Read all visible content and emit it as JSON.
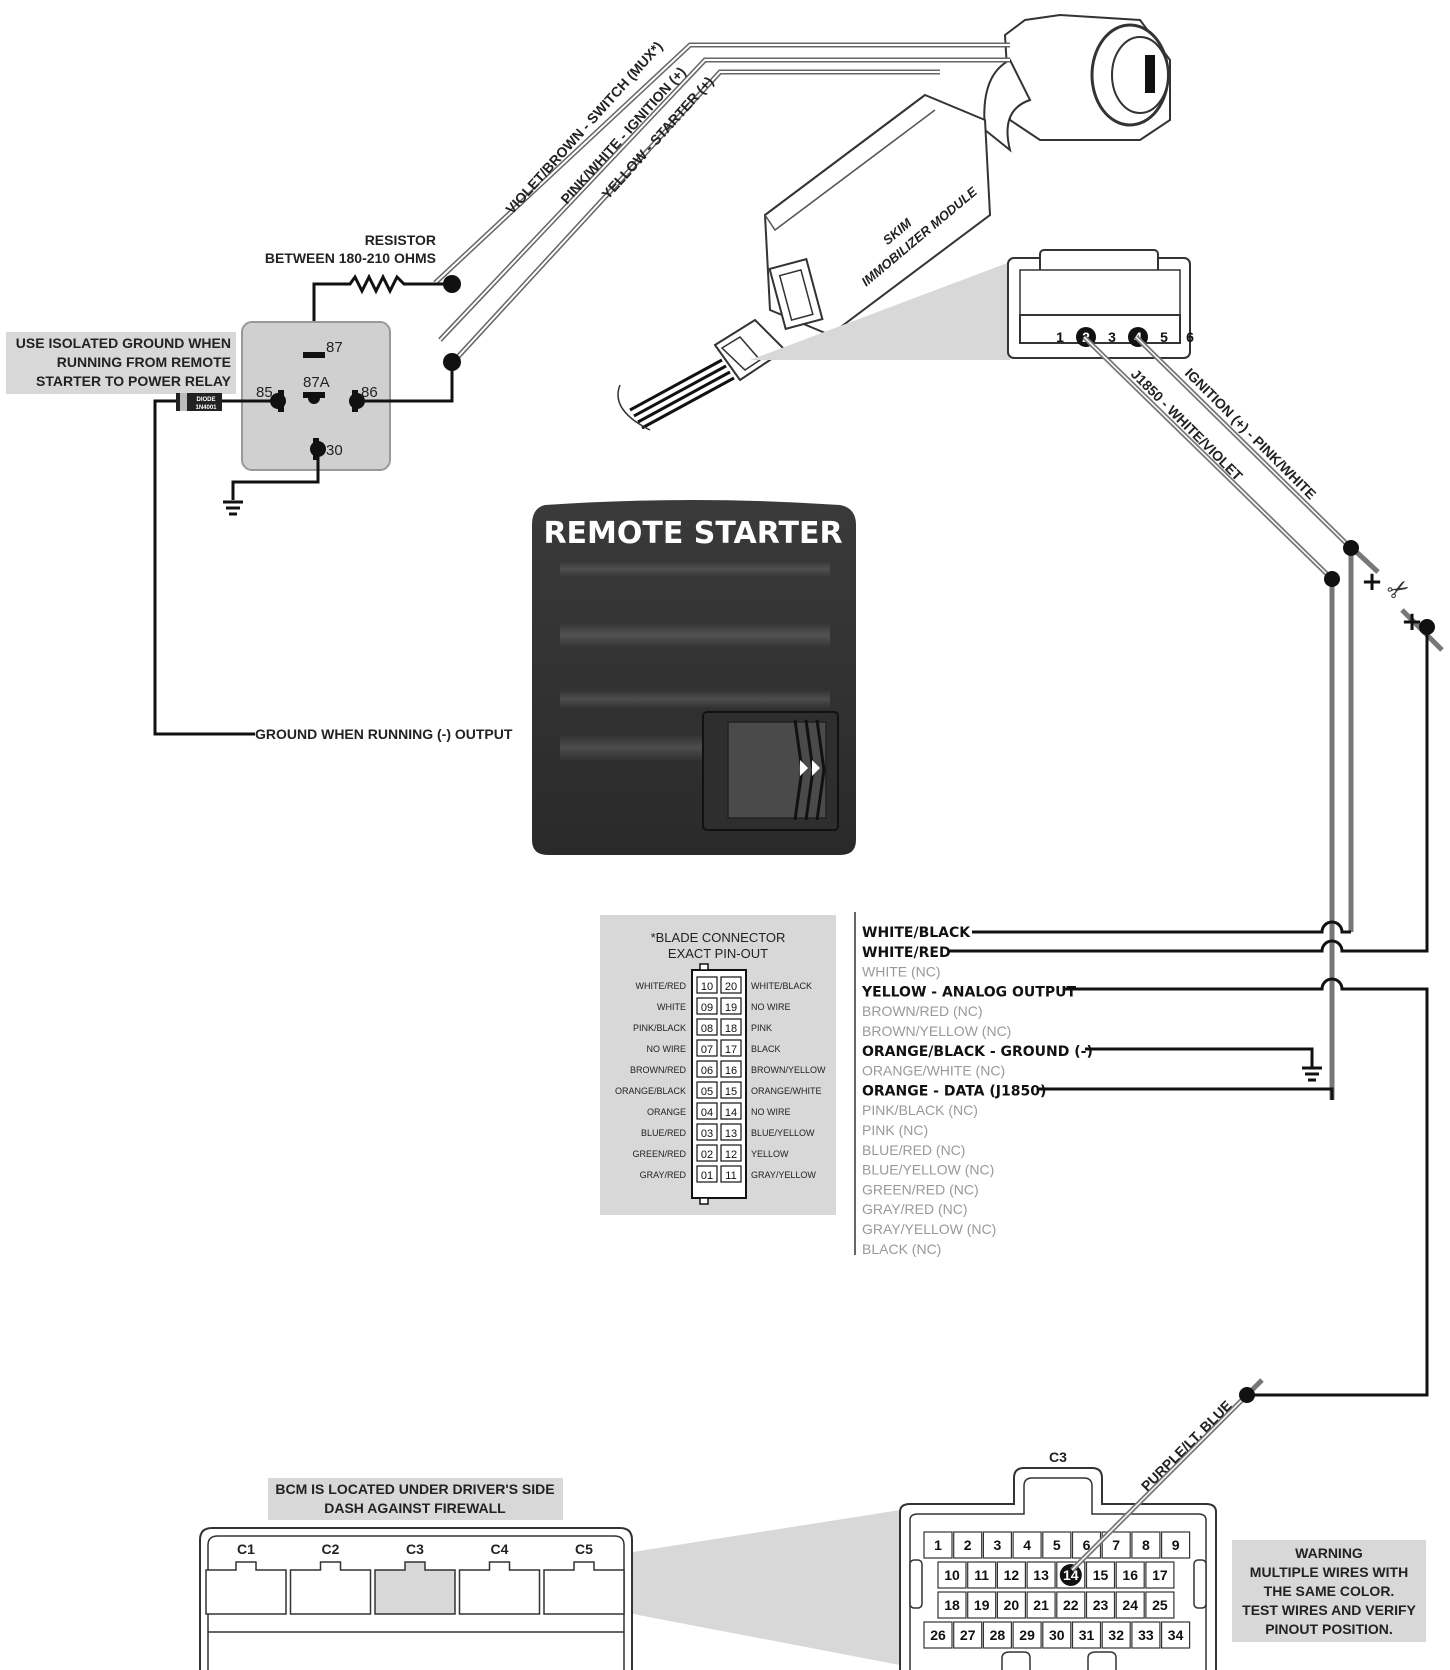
{
  "ignition_wires": {
    "violet_brown": "VIOLET/BROWN - SWITCH (MUX*)",
    "pink_white": "PINK/WHITE - IGNITION (+)",
    "yellow": "YELLOW - STARTER (+)"
  },
  "resistor": {
    "line1": "RESISTOR",
    "line2": "BETWEEN 180-210 OHMS"
  },
  "relay": {
    "pin87": "87",
    "pin87a": "87A",
    "pin85": "85",
    "pin86": "86",
    "pin30": "30",
    "isolated_note": [
      "USE ISOLATED GROUND WHEN",
      "RUNNING FROM REMOTE",
      "STARTER TO POWER RELAY"
    ]
  },
  "diode": {
    "line1": "DIODE",
    "line2": "1N4001"
  },
  "skim": {
    "line1": "SKIM",
    "line2": "IMMOBILIZER MODULE"
  },
  "skim_connector": {
    "pins": [
      "1",
      "2",
      "3",
      "4",
      "5",
      "6"
    ],
    "highlighted": [
      "2",
      "4"
    ],
    "wire_j1850": "J1850 - WHITE/VIOLET",
    "wire_ignition": "IGNITION (+) - PINK/WHITE"
  },
  "remote_starter": {
    "title": "REMOTE STARTER"
  },
  "ground_output": "GROUND WHEN RUNNING (-) OUTPUT",
  "cut_marks": {
    "plus1": "+",
    "plus2": "+",
    "scissors": "✂"
  },
  "blade": {
    "title1": "*BLADE CONNECTOR",
    "title2": "EXACT PIN-OUT",
    "rows": [
      {
        "left": "WHITE/RED",
        "a": "10",
        "b": "20",
        "right": "WHITE/BLACK"
      },
      {
        "left": "WHITE",
        "a": "09",
        "b": "19",
        "right": "NO WIRE"
      },
      {
        "left": "PINK/BLACK",
        "a": "08",
        "b": "18",
        "right": "PINK"
      },
      {
        "left": "NO WIRE",
        "a": "07",
        "b": "17",
        "right": "BLACK"
      },
      {
        "left": "BROWN/RED",
        "a": "06",
        "b": "16",
        "right": "BROWN/YELLOW"
      },
      {
        "left": "ORANGE/BLACK",
        "a": "05",
        "b": "15",
        "right": "ORANGE/WHITE"
      },
      {
        "left": "ORANGE",
        "a": "04",
        "b": "14",
        "right": "NO WIRE"
      },
      {
        "left": "BLUE/RED",
        "a": "03",
        "b": "13",
        "right": "BLUE/YELLOW"
      },
      {
        "left": "GREEN/RED",
        "a": "02",
        "b": "12",
        "right": "YELLOW"
      },
      {
        "left": "GRAY/RED",
        "a": "01",
        "b": "11",
        "right": "GRAY/YELLOW"
      }
    ]
  },
  "harness": [
    {
      "label": "WHITE/BLACK",
      "active": true
    },
    {
      "label": "WHITE/RED",
      "active": true
    },
    {
      "label": "WHITE (NC)",
      "active": false
    },
    {
      "label": "YELLOW - ANALOG OUTPUT",
      "active": true
    },
    {
      "label": "BROWN/RED (NC)",
      "active": false
    },
    {
      "label": "BROWN/YELLOW (NC)",
      "active": false
    },
    {
      "label": "ORANGE/BLACK - GROUND (-)",
      "active": true
    },
    {
      "label": "ORANGE/WHITE (NC)",
      "active": false
    },
    {
      "label": "ORANGE - DATA (J1850)",
      "active": true
    },
    {
      "label": "PINK/BLACK (NC)",
      "active": false
    },
    {
      "label": "PINK (NC)",
      "active": false
    },
    {
      "label": "BLUE/RED (NC)",
      "active": false
    },
    {
      "label": "BLUE/YELLOW (NC)",
      "active": false
    },
    {
      "label": "GREEN/RED (NC)",
      "active": false
    },
    {
      "label": "GRAY/RED (NC)",
      "active": false
    },
    {
      "label": "GRAY/YELLOW (NC)",
      "active": false
    },
    {
      "label": "BLACK (NC)",
      "active": false
    }
  ],
  "bcm": {
    "note": [
      "BCM IS LOCATED UNDER DRIVER'S SIDE",
      "DASH AGAINST FIREWALL"
    ],
    "connectors": [
      "C1",
      "C2",
      "C3",
      "C4",
      "C5"
    ],
    "highlighted": "C3"
  },
  "c3": {
    "title": "C3",
    "rows": [
      [
        "1",
        "2",
        "3",
        "4",
        "5",
        "6",
        "7",
        "8",
        "9"
      ],
      [
        "10",
        "11",
        "12",
        "13",
        "14",
        "15",
        "16",
        "17"
      ],
      [
        "18",
        "19",
        "20",
        "21",
        "22",
        "23",
        "24",
        "25"
      ],
      [
        "26",
        "27",
        "28",
        "29",
        "30",
        "31",
        "32",
        "33",
        "34"
      ]
    ],
    "highlighted": "14",
    "wire": "PURPLE/LT. BLUE"
  },
  "warning": [
    "WARNING",
    "MULTIPLE WIRES WITH",
    "THE SAME COLOR.",
    "TEST WIRES AND VERIFY",
    "PINOUT POSITION."
  ]
}
